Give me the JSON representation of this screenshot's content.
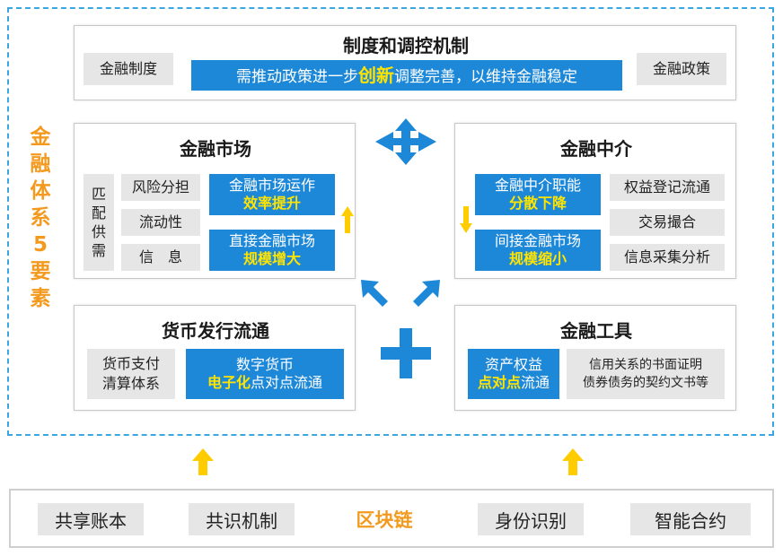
{
  "side_label": "金融体系5要素",
  "top": {
    "title": "制度和调控机制",
    "left": "金融制度",
    "right": "金融政策",
    "banner_pre": "需推动政策进一步",
    "banner_em": "创新",
    "banner_post": "调整完善，以维持金融稳定"
  },
  "market": {
    "title": "金融市场",
    "side": "匹配供需",
    "items": [
      "风险分担",
      "流动性",
      "信　息"
    ],
    "box1": {
      "l1": "金融市场运作",
      "l2": "效率提升"
    },
    "box2": {
      "l1": "直接金融市场",
      "l2": "规模增大"
    }
  },
  "intermediary": {
    "title": "金融中介",
    "box1": {
      "l1": "金融中介职能",
      "l2": "分散下降"
    },
    "box2": {
      "l1": "间接金融市场",
      "l2": "规模缩小"
    },
    "items": [
      "权益登记流通",
      "交易撮合",
      "信息采集分析"
    ]
  },
  "currency": {
    "title": "货币发行流通",
    "left_l1": "货币支付",
    "left_l2": "清算体系",
    "blue_l1": "数字货币",
    "blue_em": "电子化",
    "blue_post": "点对点流通"
  },
  "tools": {
    "title": "金融工具",
    "blue_l1": "资产权益",
    "blue_em": "点对点",
    "blue_post": "流通",
    "right_l1": "信用关系的书面证明",
    "right_l2": "债券债务的契约文书等"
  },
  "bottom": {
    "items": [
      "共享账本",
      "共识机制",
      "区块链",
      "身份识别",
      "智能合约"
    ]
  },
  "colors": {
    "accent_blue": "#1e88d8",
    "orange": "#f39a1e",
    "yellow": "#ffcc00",
    "dash": "#3aa7e0"
  }
}
